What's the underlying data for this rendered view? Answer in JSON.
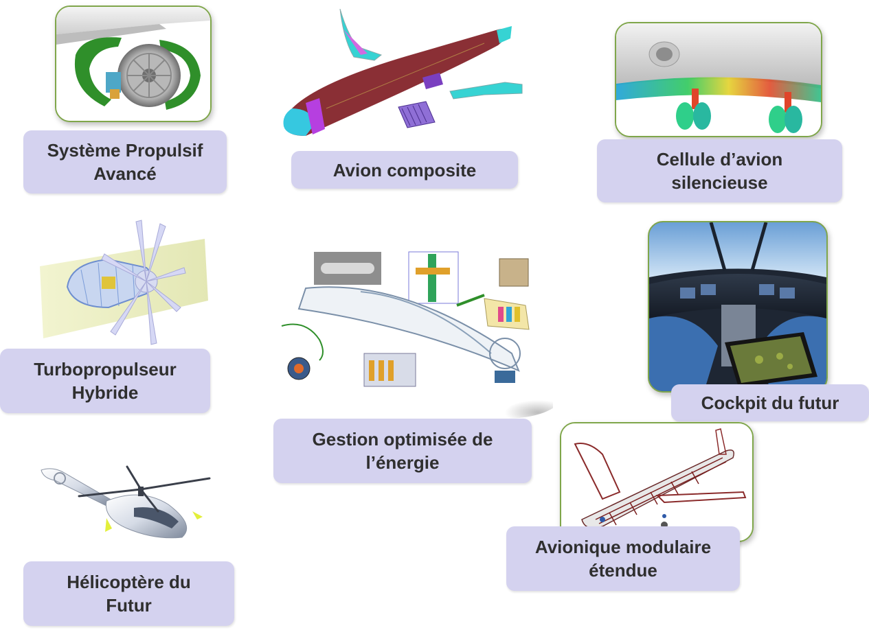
{
  "labels": {
    "propulsion": {
      "line1": "Système Propulsif",
      "line2": "Avancé"
    },
    "composite": {
      "line1": "Avion composite"
    },
    "airframe": {
      "line1": "Cellule d’avion",
      "line2": "silencieuse"
    },
    "turboprop": {
      "line1": "Turbopropulseur",
      "line2": "Hybride"
    },
    "energy": {
      "line1": "Gestion optimisée de",
      "line2": "l’énergie"
    },
    "cockpit": {
      "line1": "Cockpit du futur"
    },
    "avionics": {
      "line1": "Avionique modulaire",
      "line2": "étendue"
    },
    "helicopter": {
      "line1": "Hélicoptère du",
      "line2": "Futur"
    }
  },
  "colors": {
    "label_bg": "#d4d2ef",
    "label_text": "#2f2f2f",
    "frame_border": "#7fa64a"
  },
  "icons": [
    "engine-nacelle-icon",
    "composite-aircraft-icon",
    "airframe-landing-gear-icon",
    "hybrid-turboprop-icon",
    "energy-systems-icon",
    "cockpit-icon",
    "avionics-aircraft-icon",
    "helicopter-icon"
  ]
}
